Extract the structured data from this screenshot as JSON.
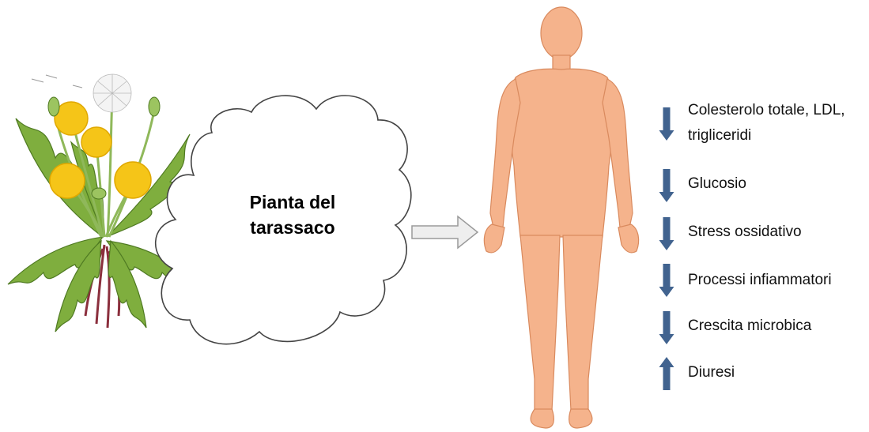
{
  "cloud": {
    "title_line1": "Pianta del",
    "title_line2": "tarassaco"
  },
  "effects": [
    {
      "direction": "down",
      "line1": "Colesterolo totale, LDL,",
      "line2": "trigliceridi"
    },
    {
      "direction": "down",
      "line1": "Glucosio"
    },
    {
      "direction": "down",
      "line1": "Stress ossidativo"
    },
    {
      "direction": "down",
      "line1": "Processi infiammatori"
    },
    {
      "direction": "down",
      "line1": "Crescita microbica"
    },
    {
      "direction": "up",
      "line1": "Diuresi"
    }
  ],
  "colors": {
    "arrow": "#41638f",
    "body_fill": "#f5b38c",
    "body_stroke": "#d98a5e",
    "petal": "#f5c518",
    "leaf": "#7fae3e",
    "block_arrow_fill": "#eeeeee",
    "block_arrow_stroke": "#9a9a9a"
  }
}
